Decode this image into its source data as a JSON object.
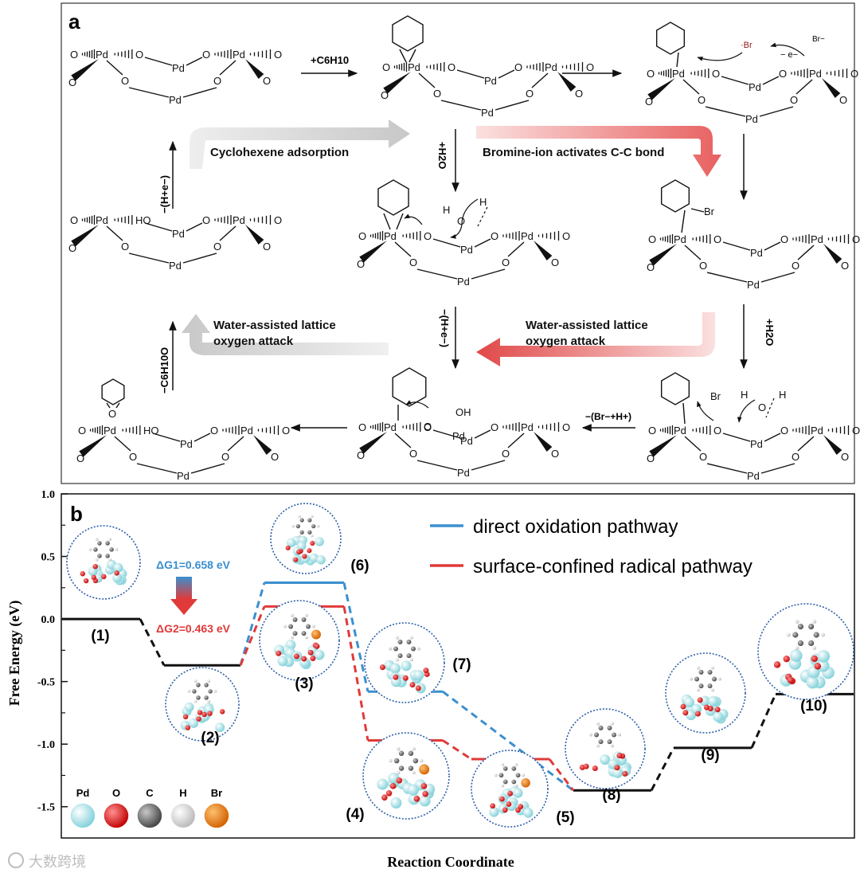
{
  "panel_a": {
    "label": "a",
    "steps": {
      "add_c6h10": "+C6H10",
      "add_water_1": "+H2O",
      "add_water_2": "+H2O",
      "minus_h_e_left": "−(H+e−)",
      "minus_h_e_mid": "−(H+e−)",
      "minus_c6h10o": "−C6H10O",
      "minus_br_h": "−(Br−+H+)",
      "minus_e": "− e−",
      "br_radical": "·Br",
      "br_anion": "Br−"
    },
    "arrow_labels": {
      "cyclohexene_adsorption": "Cyclohexene adsorption",
      "bromine_activates": "Bromine-ion activates C-C bond",
      "water_assisted_1_line1": "Water-assisted lattice",
      "water_assisted_1_line2": "oxygen attack",
      "water_assisted_2_line1": "Water-assisted lattice",
      "water_assisted_2_line2": "oxygen attack"
    },
    "atom_labels": {
      "pd": "Pd",
      "o": "O",
      "ho": "HO",
      "oh": "OH",
      "br": "Br",
      "h": "H"
    }
  },
  "chart_data": {
    "type": "line",
    "panel_label": "b",
    "xlabel": "Reaction Coordinate",
    "ylabel": "Free Energy (eV)",
    "ylim": [
      -1.75,
      1.0
    ],
    "yticks": [
      1.0,
      0.5,
      0.0,
      -0.5,
      -1.0,
      -1.5
    ],
    "ytick_labels": [
      "1.0",
      "0.5",
      "0.0",
      "-0.5",
      "-1.0",
      "-1.5"
    ],
    "legend": {
      "position": "top-right"
    },
    "series": [
      {
        "name": "direct oxidation pathway",
        "color": "#3b8fcf",
        "levels": [
          {
            "state": "(1)",
            "value": 0.0,
            "color": "#111111"
          },
          {
            "state": "(2)",
            "value": -0.37,
            "color": "#111111"
          },
          {
            "state": "(6)",
            "value": 0.29
          },
          {
            "state": "(7)",
            "value": -0.58
          },
          {
            "state": "(8)",
            "value": -1.37,
            "color": "#111111"
          },
          {
            "state": "(9)",
            "value": -1.03,
            "color": "#111111"
          },
          {
            "state": "(10)",
            "value": -0.6,
            "color": "#111111"
          }
        ]
      },
      {
        "name": "surface-confined radical pathway",
        "color": "#e03a3a",
        "levels": [
          {
            "state": "(3)",
            "value": 0.1
          },
          {
            "state": "(4)",
            "value": -0.97
          },
          {
            "state": "(5)",
            "value": -1.12
          }
        ]
      }
    ],
    "state_labels": [
      "(1)",
      "(2)",
      "(3)",
      "(4)",
      "(5)",
      "(6)",
      "(7)",
      "(8)",
      "(9)",
      "(10)"
    ],
    "annotations": {
      "dg1": "ΔG1=0.658 eV",
      "dg1_color": "#3b8fcf",
      "dg2": "ΔG2=0.463 eV",
      "dg2_color": "#e03a3a"
    },
    "atom_key": [
      {
        "symbol": "Pd",
        "color": "#9fe0e6"
      },
      {
        "symbol": "O",
        "color": "#d01818"
      },
      {
        "symbol": "C",
        "color": "#707070"
      },
      {
        "symbol": "H",
        "color": "#e8e8e8"
      },
      {
        "symbol": "Br",
        "color": "#e8780c"
      }
    ]
  },
  "watermark": "大数跨境"
}
